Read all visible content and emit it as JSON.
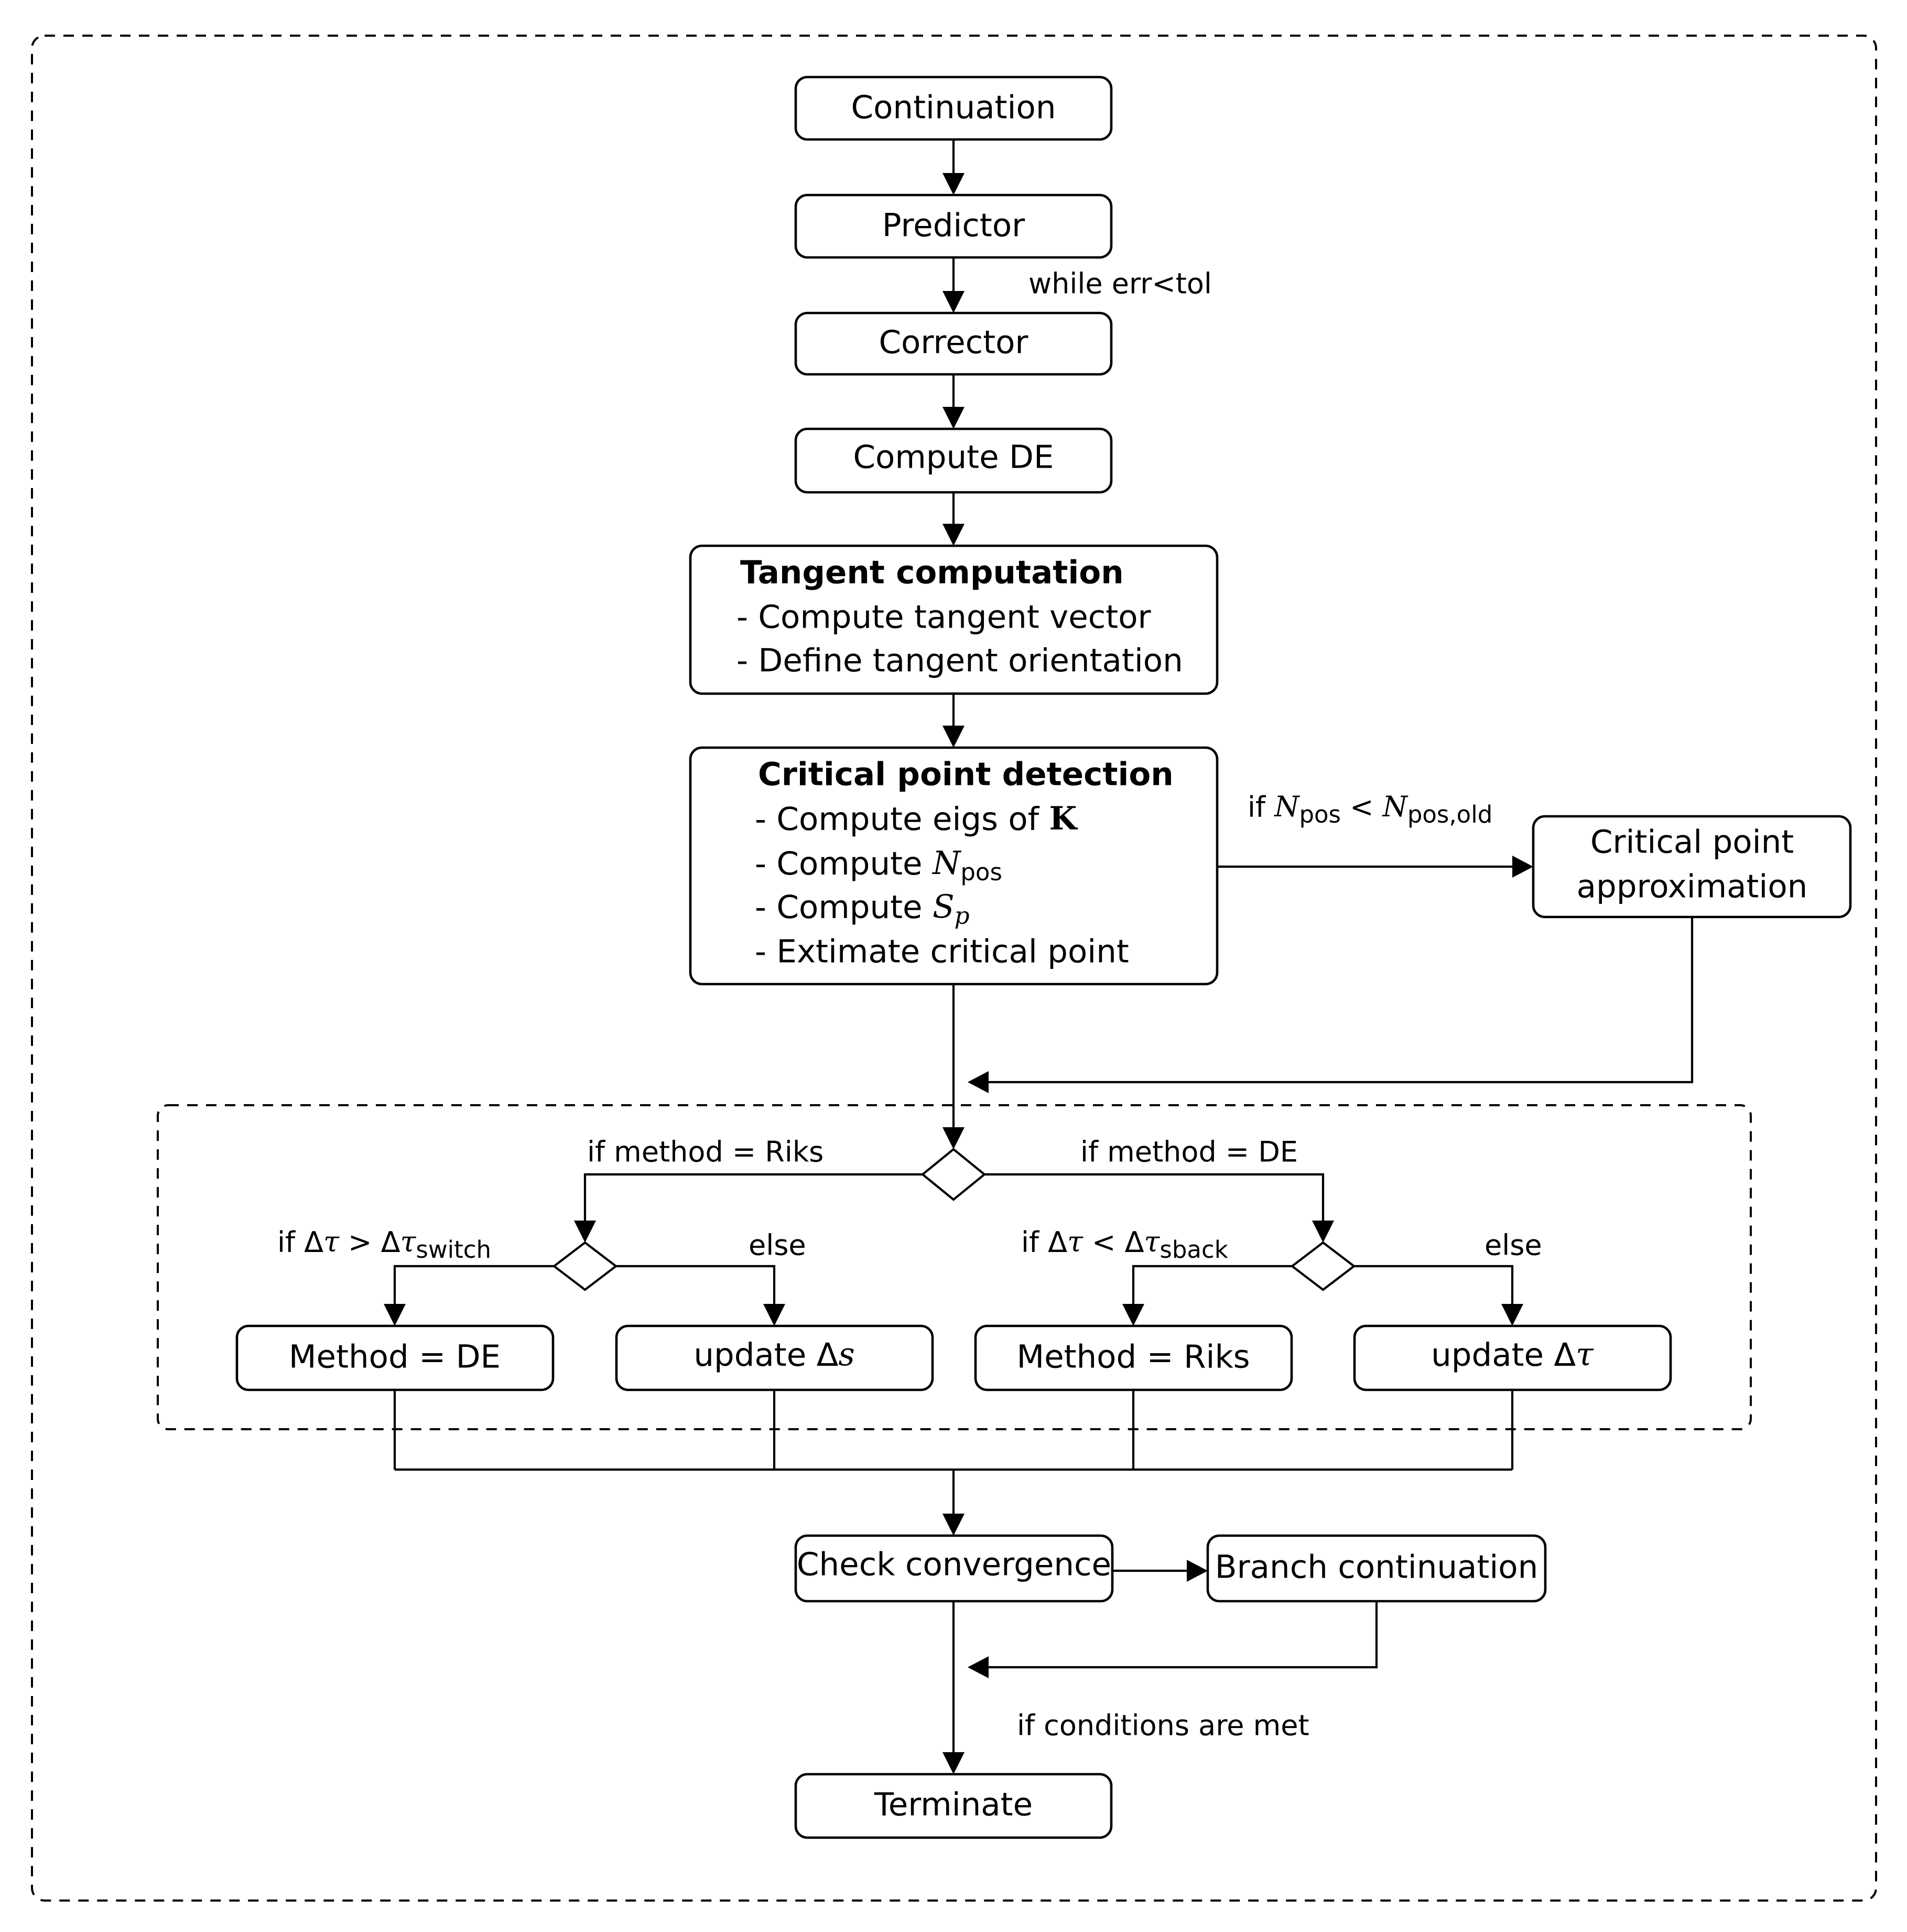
{
  "nodes": {
    "continuation": "Continuation",
    "predictor": "Predictor",
    "corrector": "Corrector",
    "compute_de": "Compute DE",
    "tangent": {
      "title": "Tangent computation",
      "lines": [
        "- Compute tangent vector",
        "- Define tangent orientation"
      ]
    },
    "critical": {
      "title": "Critical point detection",
      "line1_prefix": "- Compute eigs of ",
      "line1_bold": "K",
      "line2_prefix": "- Compute ",
      "line2_var": "N",
      "line2_sub": "pos",
      "line3_prefix": "- Compute ",
      "line3_var": "S",
      "line3_sub": "p",
      "line4": "- Extimate critical point"
    },
    "approximation": {
      "line1": "Critical point",
      "line2": "approximation"
    },
    "method_de": "Method = DE",
    "update_ds": {
      "prefix": "update Δ",
      "var": "s"
    },
    "method_riks": "Method = Riks",
    "update_dtau": {
      "prefix": "update Δ",
      "var": "τ"
    },
    "check_convergence": "Check convergence",
    "branch_continuation": "Branch continuation",
    "terminate": "Terminate"
  },
  "edge_labels": {
    "while_err_tol": "while err<tol",
    "if_npos": {
      "prefix": "if ",
      "var1": "N",
      "sub1": "pos",
      "op": " < ",
      "var2": "N",
      "sub2": "pos,old"
    },
    "if_method_riks": "if method = Riks",
    "if_method_de": "if method = DE",
    "if_dtau_switch": {
      "prefix": "if Δ",
      "var1": "τ",
      "op": " > Δ",
      "var2": "τ",
      "sub": "switch"
    },
    "if_dtau_sback": {
      "prefix": "if Δ",
      "var1": "τ",
      "op": " < Δ",
      "var2": "τ",
      "sub": "sback"
    },
    "else_left": "else",
    "else_right": "else",
    "if_conditions_met": "if conditions are met"
  }
}
